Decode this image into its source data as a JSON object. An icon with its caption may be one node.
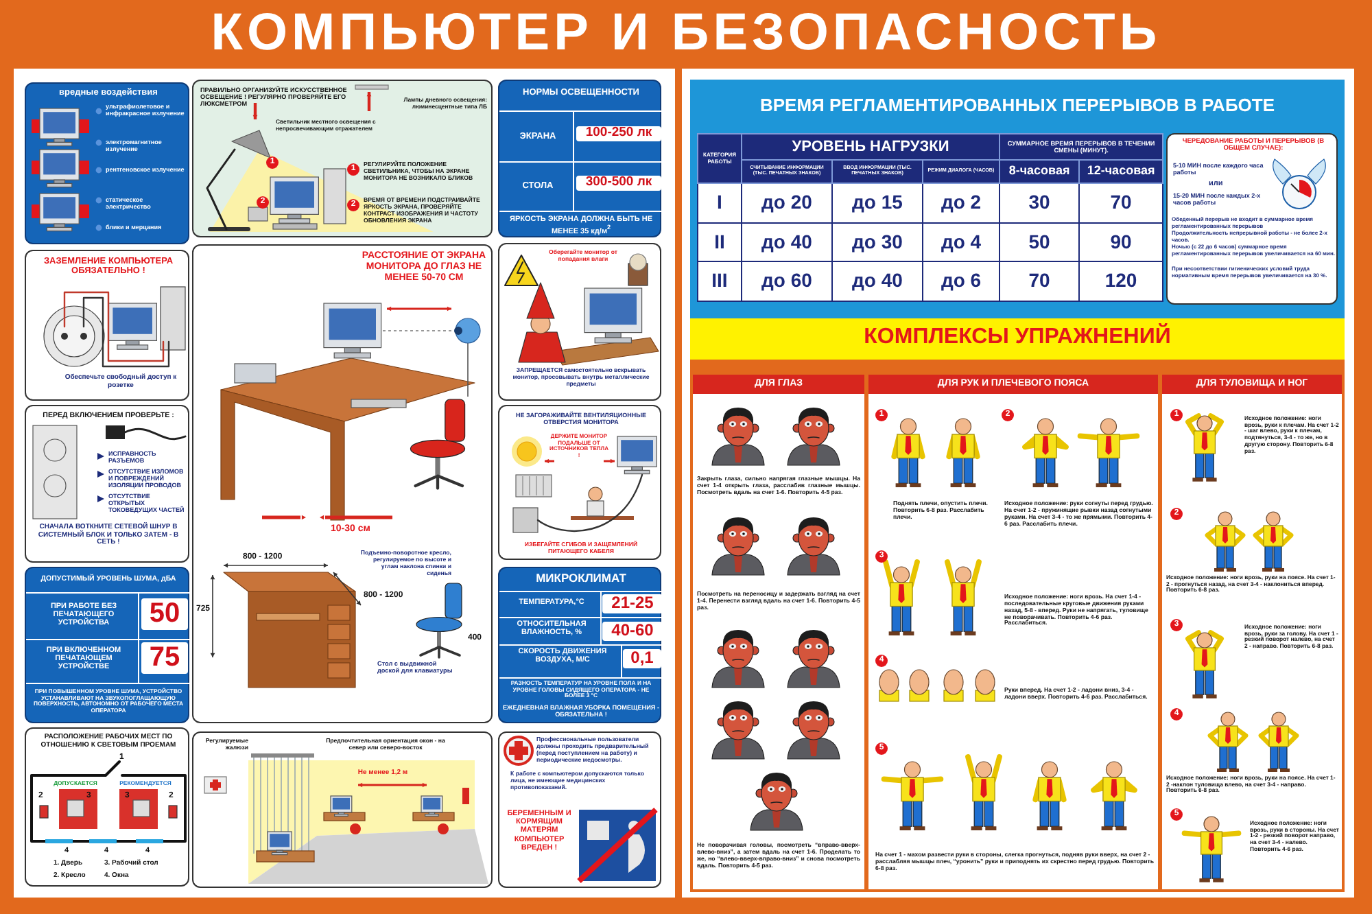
{
  "diagram": {
    "title": "КОМПЬЮТЕР И БЕЗОПАСНОСТЬ",
    "nodes": [
      {
        "text": [
          "вредные воздействия",
          "ультрафиолетовое и инфракрасное излучение",
          "электромагнитное излучение",
          "рентгеновское излучение",
          "статическое электричество",
          "блики и мерцания"
        ]
      },
      {
        "text": [
          "ЗАЗЕМЛЕНИЕ КОМПЬЮТЕРА ОБЯЗАТЕЛЬНО !",
          "Обеспечьте свободный доступ к розетке"
        ]
      },
      {
        "text": [
          "ПЕРЕД ВКЛЮЧЕНИЕМ ПРОВЕРЬТЕ :",
          "ИСПРАВНОСТЬ РАЗЪЕМОВ",
          "ОТСУТСТВИЕ ИЗЛОМОВ И ПОВРЕЖДЕНИЙ ИЗОЛЯЦИИ ПРОВОДОВ",
          "ОТСУТСТВИЕ ОТКРЫТЫХ ТОКОВЕДУЩИХ ЧАСТЕЙ",
          "СНАЧАЛА ВОТКНИТЕ СЕТЕВОЙ ШНУР В СИСТЕМНЫЙ БЛОК И ТОЛЬКО ЗАТЕМ - В СЕТЬ !"
        ]
      },
      {
        "text": [
          "ДОПУСТИМЫЙ УРОВЕНЬ ШУМА, дБА",
          "ПРИ РАБОТЕ БЕЗ ПЕЧАТАЮЩЕГО УСТРОЙСТВА",
          "50",
          "ПРИ ВКЛЮЧЕННОМ ПЕЧАТАЮЩЕМ УСТРОЙСТВЕ",
          "75",
          "ПРИ ПОВЫШЕННОМ УРОВНЕ ШУМА, УСТРОЙСТВО УСТАНАВЛИВАЮТ НА ЗВУКОПОГЛАЩАЮЩУЮ ПОВЕРХНОСТЬ, АВТОНОМНО ОТ РАБОЧЕГО МЕСТА ОПЕРАТОРА"
        ]
      },
      {
        "text": [
          "РАСПОЛОЖЕНИЕ РАБОЧИХ МЕСТ ПО ОТНОШЕНИЮ К СВЕТОВЫМ ПРОЕМАМ",
          "1",
          "ДОПУСКАЕТСЯ",
          "РЕКОМЕНДУЕТСЯ",
          "2",
          "3",
          "3",
          "2",
          "4",
          "4",
          "4",
          "1. Дверь",
          "3. Рабочий стол",
          "2. Кресло",
          "4. Окна"
        ]
      },
      {
        "text": [
          "ПРАВИЛЬНО ОРГАНИЗУЙТЕ ИСКУССТВЕННОЕ ОСВЕЩЕНИЕ ! РЕГУЛЯРНО ПРОВЕРЯЙТЕ ЕГО ЛЮКСМЕТРОМ",
          "Светильник местного освещения с непросвечивающим отражателем",
          "Лампы дневного освещения: люминесцентные типа ЛБ",
          "1",
          "2",
          "1",
          "РЕГУЛИРУЙТЕ ПОЛОЖЕНИЕ СВЕТИЛЬНИКА, ЧТОБЫ НА ЭКРАНЕ МОНИТОРА НЕ ВОЗНИКАЛО БЛИКОВ",
          "2",
          "ВРЕМЯ ОТ ВРЕМЕНИ ПОДСТРАИВАЙТЕ ЯРКОСТЬ ЭКРАНА, ПРОВЕРЯЙТЕ КОНТРАСТ ИЗОБРАЖЕНИЯ И ЧАСТОТУ ОБНОВЛЕНИЯ ЭКРАНА"
        ]
      },
      {
        "text": [
          "НОРМЫ ОСВЕЩЕННОСТИ",
          "ЭКРАНА",
          "100-250 лк",
          "СТОЛА",
          "300-500 лк",
          "ЯРКОСТЬ ЭКРАНА ДОЛЖНА БЫТЬ НЕ МЕНЕЕ 35 кд/м$^{2}$"
        ]
      },
      {
        "text": [
          "РАССТОЯНИЕ ОТ ЭКРАНА МОНИТОРА ДО ГЛАЗ НЕ МЕНЕЕ 50-70 СМ",
          "10-30 см",
          "800 - 1200",
          "725",
          "800 - 1200",
          "400",
          "Подъемно-поворотное кресло, регулируемое по высоте и углам наклона спинки и сиденья",
          "Стол с выдвижной доской для клавиатуры"
        ]
      },
      {
        "text": [
          "Оберегайте монитор от попадания влаги",
          "ЗАПРЕЩАЕТСЯ самостоятельно вскрывать монитор, просовывать внутрь металлические предметы"
        ]
      },
      {
        "text": [
          "НЕ ЗАГОРАЖИВАЙТЕ ВЕНТИЛЯЦИОННЫЕ ОТВЕРСТИЯ МОНИТОРА",
          "ДЕРЖИТЕ МОНИТОР ПОДАЛЬШЕ ОТ ИСТОЧНИКОВ ТЕПЛА !",
          "ИЗБЕГАЙТЕ СГИБОВ И ЗАЩЕМЛЕНИЙ ПИТАЮЩЕГО КАБЕЛЯ"
        ]
      },
      {
        "text": [
          "МИКРОКЛИМАТ",
          "ТЕМПЕРАТУРА,°С",
          "21-25",
          "ОТНОСИТЕЛЬНАЯ ВЛАЖНОСТЬ, %",
          "40-60",
          "СКОРОСТЬ ДВИЖЕНИЯ ВОЗДУХА, М/С",
          "0,1",
          "РАЗНОСТЬ ТЕМПЕРАТУР НА УРОВНЕ ПОЛА И НА УРОВНЕ ГОЛОВЫ СИДЯЩЕГО ОПЕРАТОРА - НЕ БОЛЕЕ 3 °С",
          "ЕЖЕДНЕВНАЯ ВЛАЖНАЯ УБОРКА ПОМЕЩЕНИЯ - ОБЯЗАТЕЛЬНА !"
        ]
      },
      {
        "text": [
          "Регулируемые жалюзи",
          "Предпочтительная ориентация окон - на север или северо-восток",
          "Не менее 1,2 м"
        ]
      },
      {
        "text": [
          "Профессиональные пользователи должны проходить предварительный (перед поступлением на работу) и периодические медосмотры.",
          "К работе с компьютером допускаются только лица, не имеющие медицинских противопоказаний.",
          "БЕРЕМЕННЫМ И КОРМЯЩИМ МАТЕРЯМ КОМПЬЮТЕР ВРЕДЕН !"
        ]
      },
      {
        "text": [
          "ВРЕМЯ РЕГЛАМЕНТИРОВАННЫХ ПЕРЕРЫВОВ В РАБОТЕ"
        ]
      },
      {
        "text": [
          "ЧЕРЕДОВАНИЕ РАБОТЫ И ПЕРЕРЫВОВ (В ОБЩЕМ СЛУЧАЕ):",
          "5-10 МИН после каждого часа работы",
          "или",
          "15-20 МИН после каждых 2-х часов работы",
          "Обеденный перерыв не входит в суммарное время регламентированных перерывов",
          "Продолжительность непрерывной работы - не более 2-х часов.",
          "Ночью (с 22 до 6 часов) суммарное время регламентированных перерывов увеличивается на 60 мин.",
          "При несоответствии гигиенических условий труда нормативным время перерывов увеличивается на 30 %."
        ],
        "in": 13
      },
      {
        "text": [
          "КОМПЛЕКСЫ УПРАЖНЕНИЙ"
        ]
      },
      {
        "text": [
          "ДЛЯ ГЛАЗ",
          "Закрыть глаза, сильно напрягая глазные мышцы. На счет 1-4 открыть глаза, расслабив глазные мышцы. Посмотреть вдаль на счет 1-6. Повторить 4-5 раз.",
          "Посмотреть на переносицу и задержать взгляд на счет 1-4. Перенести взгляд вдаль на счет 1-6. Повторить 4-5 раз.",
          "Не поворачивая головы, посмотреть “вправо-вверх-влево-вниз”, а затем вдаль на счет 1-6. Проделать то же, но “влево-вверх-вправо-вниз” и снова посмотреть вдаль. Повторить 4-5 раз."
        ],
        "in": 15
      },
      {
        "text": [
          "ДЛЯ РУК И ПЛЕЧЕВОГО ПОЯСА",
          "1",
          "Поднять плечи, опустить плечи. Повторить 6-8 раз. Расслабить плечи.",
          "2",
          "Исходное положение: руки согнуты перед грудью. На счет 1-2 - пружинящие рывки назад согнутыми руками. На счет 3-4 - то же прямыми. Повторить 4-6 раз. Расслабить плечи.",
          "3",
          "Исходное положение: ноги врозь. На счет 1-4 - последовательные круговые движения руками назад, 5-8 - вперед. Руки не напрягать, туловище не поворачивать. Повторить 4-6 раз. Расслабиться.",
          "4",
          "Руки вперед. На счет 1-2 - ладони вниз, 3-4 - ладони вверх. Повторить 4-6 раз. Расслабиться.",
          "5",
          "На счет 1 - махом развести руки в стороны, слегка прогнуться, подняв руки вверх, на счет 2 - расслабляя мышцы плеч, “уронить” руки и приподнять их скрестно перед грудью. Повторить 6-8 раз."
        ],
        "in": 15
      },
      {
        "text": [
          "ДЛЯ ТУЛОВИЩА И НОГ",
          "1",
          "Исходное положение: ноги врозь, руки к плечам. На счет 1-2 - шаг влево, руки к плечам, подтянуться, 3-4 - то же, но в другую сторону. Повторить 6-8 раз.",
          "2",
          "Исходное положение: ноги врозь, руки на поясе. На счет 1-2 - прогнуться назад, на счет 3-4 - наклониться вперед. Повторить 6-8 раз.",
          "3",
          "Исходное положение: ноги врозь, руки за голову. На счет 1 - резкий поворот налево, на счет 2 - направо. Повторить 6-8 раз.",
          "4",
          "Исходное положение: ноги врозь, руки на поясе. На счет 1-2 -наклон туловища влево, на счет 3-4 - направо. Повторить 6-8 раз.",
          "5",
          "Исходное положение: ноги врозь, руки в стороны. На счет 1-2 - резкий поворот направо, на счет 3-4 - налево. Повторить 4-6 раз."
        ],
        "in": 15
      }
    ],
    "labels": [
      "КАТЕГОРИЯ РАБОТЫ",
      "УРОВЕНЬ НАГРУЗКИ",
      "СУММАРНОЕ ВРЕМЯ ПЕРЕРЫВОВ В ТЕЧЕНИИ СМЕНЫ (МИНУТ).",
      "СЧИТЫВАНИЕ ИНФОРМАЦИИ (ТЫС. ПЕЧАТНЫХ ЗНАКОВ)",
      "ВВОД ИНФОРМАЦИИ (ТЫС. ПЕЧАТНЫХ ЗНАКОВ)",
      "РЕЖИМ ДИАЛОГА (ЧАСОВ)",
      "8-часовая",
      "12-часовая",
      "I",
      "до 20",
      "до 15",
      "до 2",
      "30",
      "70",
      "II",
      "до 40",
      "до 30",
      "до 4",
      "50",
      "90",
      "III",
      "до 60",
      "до 40",
      "до 6",
      "70",
      "120"
    ]
  }
}
